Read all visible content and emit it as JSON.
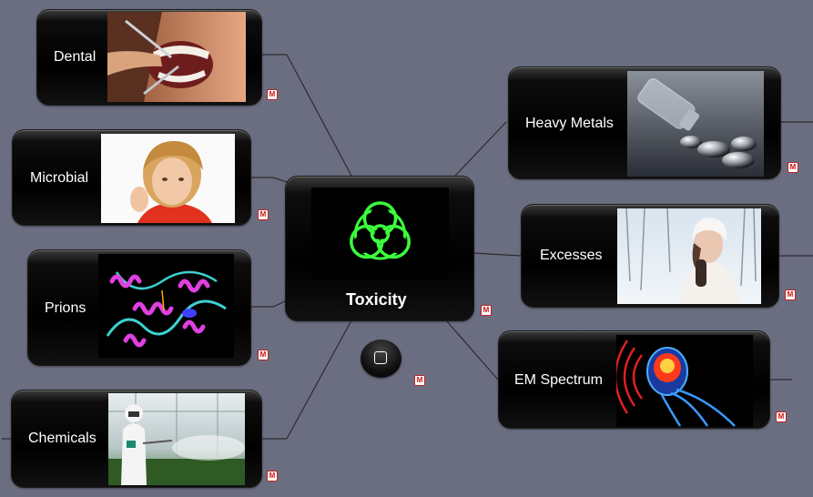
{
  "center": {
    "title": "Toxicity",
    "image": "biohazard-icon"
  },
  "nodes": [
    {
      "id": "dental",
      "label": "Dental",
      "image": "dental-photo"
    },
    {
      "id": "microbial",
      "label": "Microbial",
      "image": "coughing-child-photo"
    },
    {
      "id": "prions",
      "label": "Prions",
      "image": "protein-structure-image"
    },
    {
      "id": "chemicals",
      "label": "Chemicals",
      "image": "crop-spraying-photo"
    },
    {
      "id": "heavy-metals",
      "label": "Heavy Metals",
      "image": "mercury-vial-photo"
    },
    {
      "id": "excesses",
      "label": "Excesses",
      "image": "woman-in-snow-photo"
    },
    {
      "id": "em-spectrum",
      "label": "EM Spectrum",
      "image": "xray-head-radiation-image"
    }
  ],
  "note_icon_letter": "M",
  "colors": {
    "background": "#6b6e80",
    "biohazard": "#3cff3c",
    "connector": "#2a2a2a"
  }
}
